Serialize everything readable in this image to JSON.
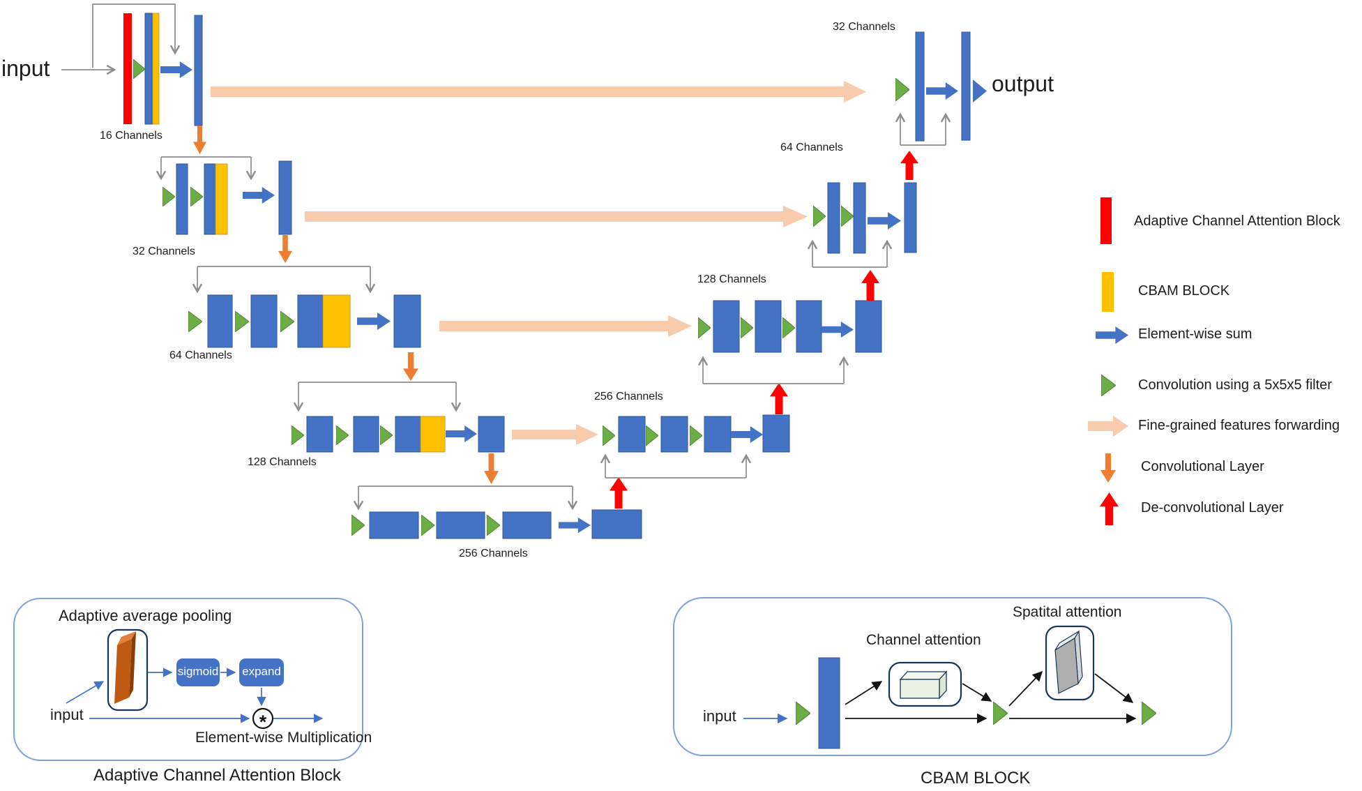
{
  "diagram": {
    "input_label": "input",
    "output_label": "output",
    "encoder_channel_labels": [
      "16 Channels",
      "32 Channels",
      "64 Channels",
      "128 Channels",
      "256 Channels"
    ],
    "decoder_channel_labels": [
      "256 Channels",
      "128 Channels",
      "64 Channels",
      "32 Channels"
    ]
  },
  "legend": {
    "items": [
      {
        "icon": "red-bar",
        "label": "Adaptive Channel Attention Block"
      },
      {
        "icon": "yellow-bar",
        "label": "CBAM BLOCK"
      },
      {
        "icon": "blue-right-arrow",
        "label": "Element-wise sum"
      },
      {
        "icon": "green-triangle",
        "label": "Convolution using a 5x5x5 filter"
      },
      {
        "icon": "peach-right-arrow",
        "label": "Fine-grained features forwarding"
      },
      {
        "icon": "orange-down-arrow",
        "label": "Convolutional Layer"
      },
      {
        "icon": "red-up-arrow",
        "label": "De-convolutional Layer"
      }
    ]
  },
  "acab_detail": {
    "pooling_title": "Adaptive average  pooling",
    "sigmoid_label": "sigmoid",
    "expand_label": "expand",
    "input_label": "input",
    "multiply_symbol": "*",
    "multiplication_label": "Element-wise Multiplication",
    "caption": "Adaptive Channel Attention Block"
  },
  "cbam_detail": {
    "input_label": "input",
    "channel_attention_label": "Channel  attention",
    "spatial_attention_label": "Spatital attention",
    "caption": "CBAM BLOCK"
  },
  "colors": {
    "blue": "#4472C4",
    "yellow": "#FFC000",
    "red": "#FF0000",
    "green": "#6CAE45",
    "orange": "#ED7D31",
    "peach": "#F7CBAC",
    "gray_connector": "#8C8C8C",
    "navy_border": "#17365D",
    "panel_border": "#7EA1D9"
  }
}
